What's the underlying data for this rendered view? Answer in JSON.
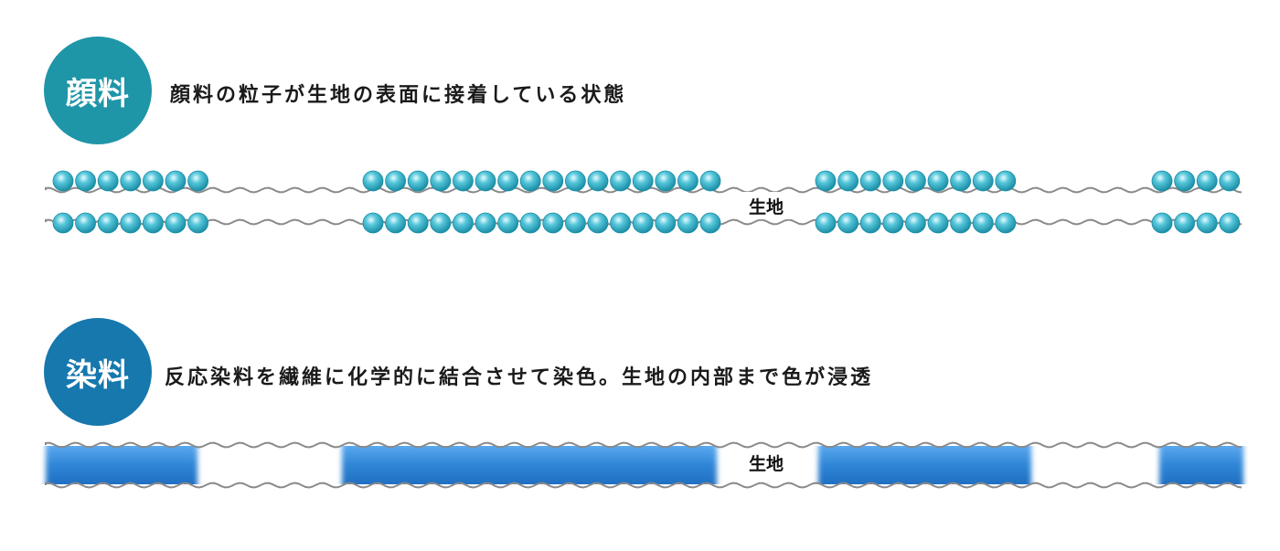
{
  "pigment": {
    "badge_label": "顔料",
    "description": "顔料の粒子が生地の表面に接着している状態",
    "fabric_label": "生地",
    "accent_color": "#1f95a8",
    "particle_color": "#2fb3c9",
    "particle_groups_per_row": [
      7,
      16,
      9,
      4
    ]
  },
  "dye": {
    "badge_label": "染料",
    "description": "反応染料を繊維に化学的に結合させて染色。生地の内部まで色が浸透",
    "fabric_label": "生地",
    "accent_color": "#1678ad",
    "dye_color": "#2f86d6",
    "dyed_segment_count": 4
  },
  "colors": {
    "fabric_line": "#8a8a8a",
    "text": "#1a1a1a"
  }
}
